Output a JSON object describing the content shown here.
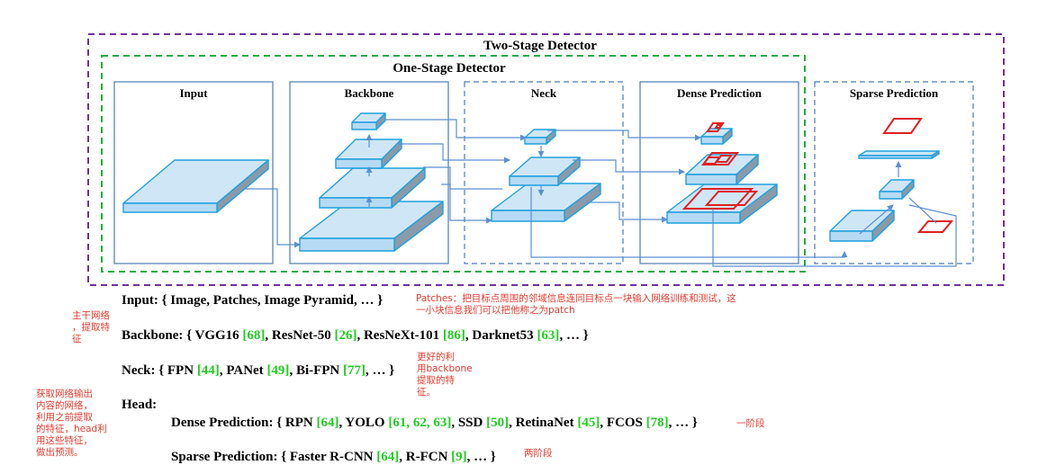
{
  "diagram": {
    "outer_title": "Two-Stage Detector",
    "inner_title": "One-Stage Detector",
    "stages": {
      "input": "Input",
      "backbone": "Backbone",
      "neck": "Neck",
      "dense": "Dense Prediction",
      "sparse": "Sparse Prediction"
    },
    "colors": {
      "two_stage_border": "#7030a0",
      "one_stage_border": "#22aa44",
      "panel_border": "#4a7bb5",
      "block_top": "#cfe6f7",
      "block_front": "#b6daf3",
      "block_side": "#8a9aa8",
      "block_edge": "#1ea0de",
      "box_red": "#e02020",
      "ref_green": "#22cc22",
      "note_red": "#e23b2e"
    }
  },
  "text": {
    "input": {
      "pre": "Input: { Image, Patches, Image Pyramid, … }"
    },
    "backbone": {
      "p1": "Backbone: { VGG16 ",
      "r1": "[68]",
      "p2": ", ResNet-50 ",
      "r2": "[26]",
      "p3": ", ResNeXt-101 ",
      "r3": "[86]",
      "p4": ", Darknet53 ",
      "r4": "[63]",
      "p5": ", … }"
    },
    "neck": {
      "p1": "Neck: { FPN ",
      "r1": "[44]",
      "p2": ", PANet ",
      "r2": "[49]",
      "p3": ", Bi-FPN ",
      "r3": "[77]",
      "p4": ", … }"
    },
    "head": "Head:",
    "dense": {
      "p1": "Dense Prediction: { RPN ",
      "r1": "[64]",
      "p2": ", YOLO ",
      "r2": "[61, 62, 63]",
      "p3": ", SSD ",
      "r3": "[50]",
      "p4": ", RetinaNet ",
      "r4": "[45]",
      "p5": ", FCOS ",
      "r5": "[78]",
      "p6": ", … }"
    },
    "sparse": {
      "p1": "Sparse Prediction: { Faster R-CNN ",
      "r1": "[64]",
      "p2": ",  R-FCN ",
      "r2": "[9]",
      "p3": ", … }"
    }
  },
  "notes": {
    "patches_1": "Patches：把目标点周围的邻域信息连同目标点一块输入网络训练和测试，这",
    "patches_2": "一小块信息我们可以把他称之为patch",
    "backbone_1": "主干网络",
    "backbone_2": "，提取特",
    "backbone_3": "征",
    "neck_1": "更好的利",
    "neck_2": "用backbone",
    "neck_3": "提取的特",
    "neck_4": "征。",
    "head_1": "获取网络输出",
    "head_2": "内容的网络，",
    "head_3": "利用之前提取",
    "head_4": "的特征，head利",
    "head_5": "用这些特征，",
    "head_6": "做出预测。",
    "one_stage": "一阶段",
    "two_stage": "两阶段"
  }
}
